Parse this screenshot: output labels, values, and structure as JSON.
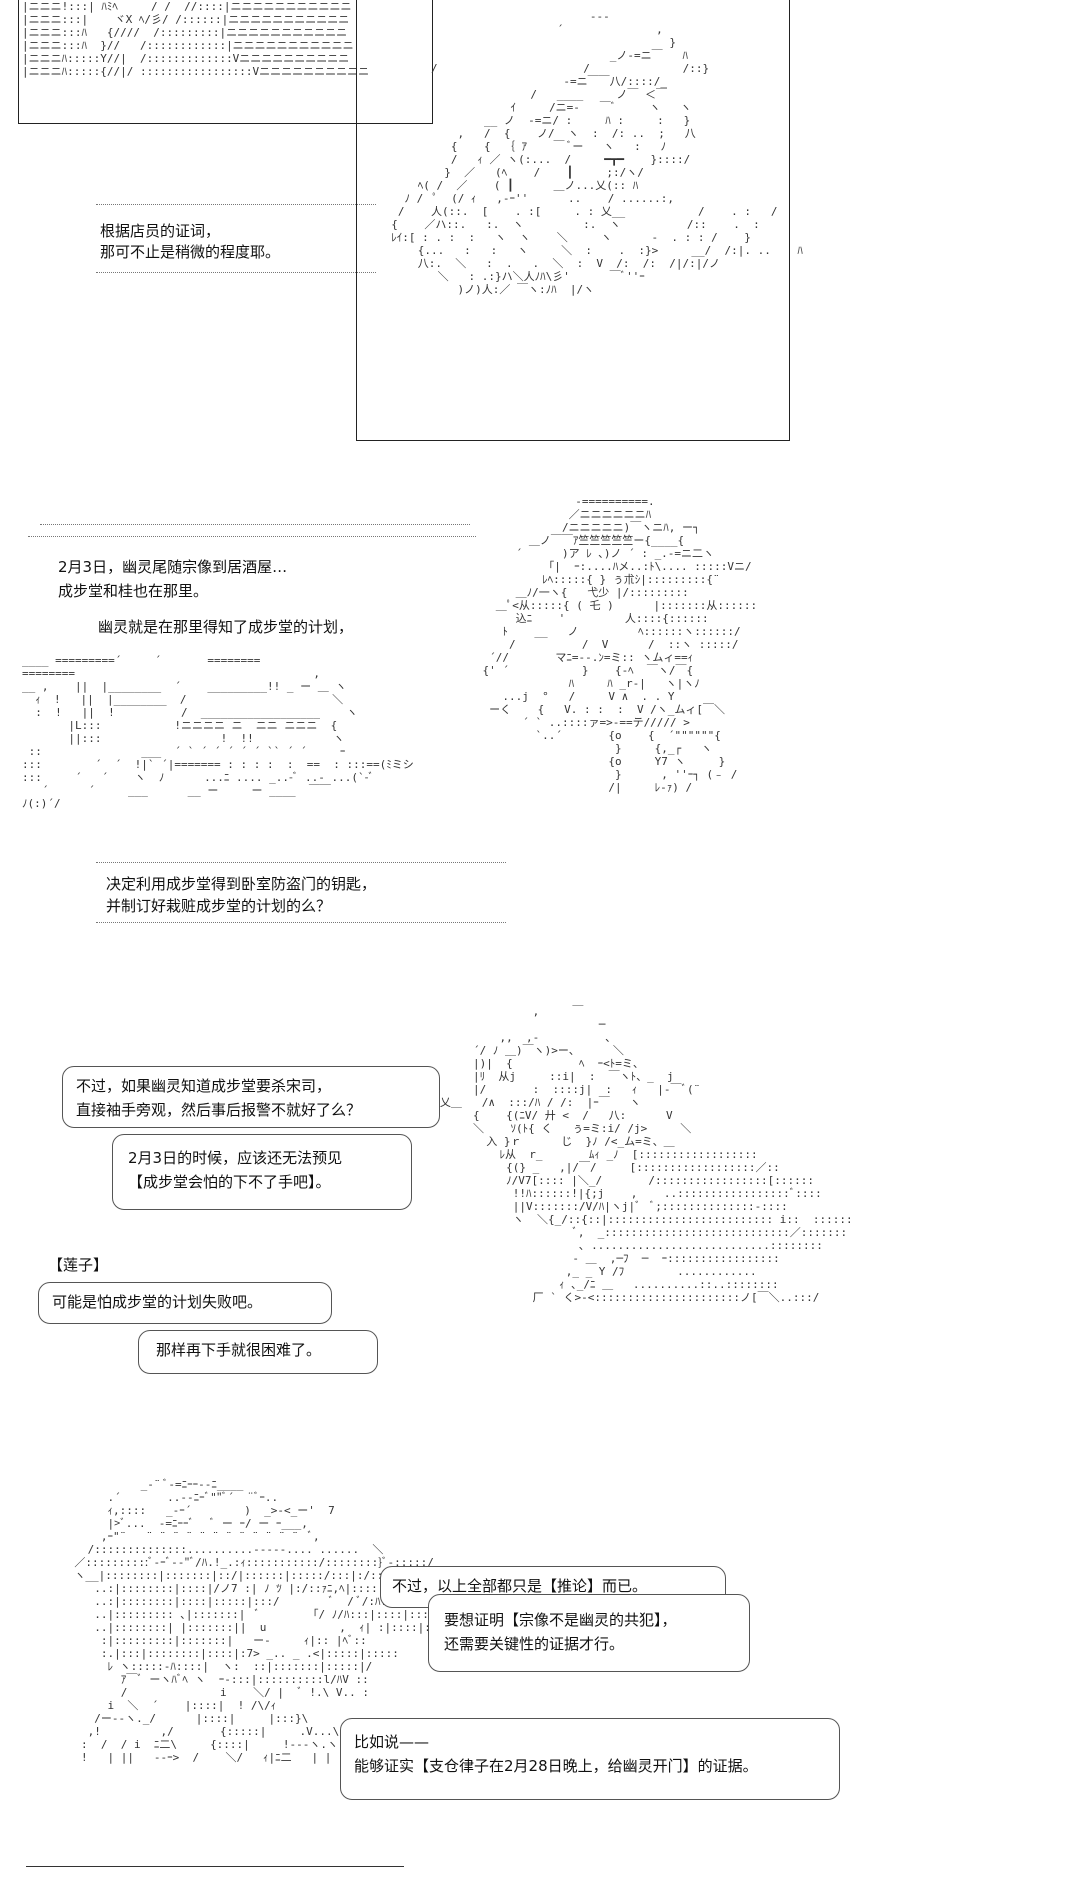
{
  "panel1": {
    "narration": [
      "根据店员的证词，",
      "那可不止是稍微的程度耶。"
    ]
  },
  "panel2": {
    "narration_top": [
      "2月3日，幽灵尾随宗像到居酒屋…",
      "成步堂和桂也在那里。",
      "幽灵就是在那里得知了成步堂的计划，"
    ],
    "narration_bottom": [
      "决定利用成步堂得到卧室防盗门的钥匙，",
      "并制订好栽赃成步堂的计划的么？"
    ]
  },
  "panel3": {
    "bubble_a": [
      "不过，如果幽灵知道成步堂要杀宋司，",
      "直接袖手旁观，然后事后报警不就好了么？"
    ],
    "bubble_b": [
      "2月3日的时候，应该还无法预见",
      "【成步堂会怕的下不了手吧】。"
    ],
    "speaker": "【莲子】",
    "bubble_c": "可能是怕成步堂的计划失败吧。",
    "bubble_d": "那样再下手就很困难了。"
  },
  "panel4": {
    "bubble_a": "不过，以上全部都只是【推论】而已。",
    "bubble_b": [
      "要想证明【宗像不是幽灵的共犯】，",
      "还需要关键性的证据才行。"
    ],
    "bubble_c": [
      "比如说——",
      "能够证实【支仓律子在2月28日晚上，给幽灵开门】的证据。"
    ]
  }
}
